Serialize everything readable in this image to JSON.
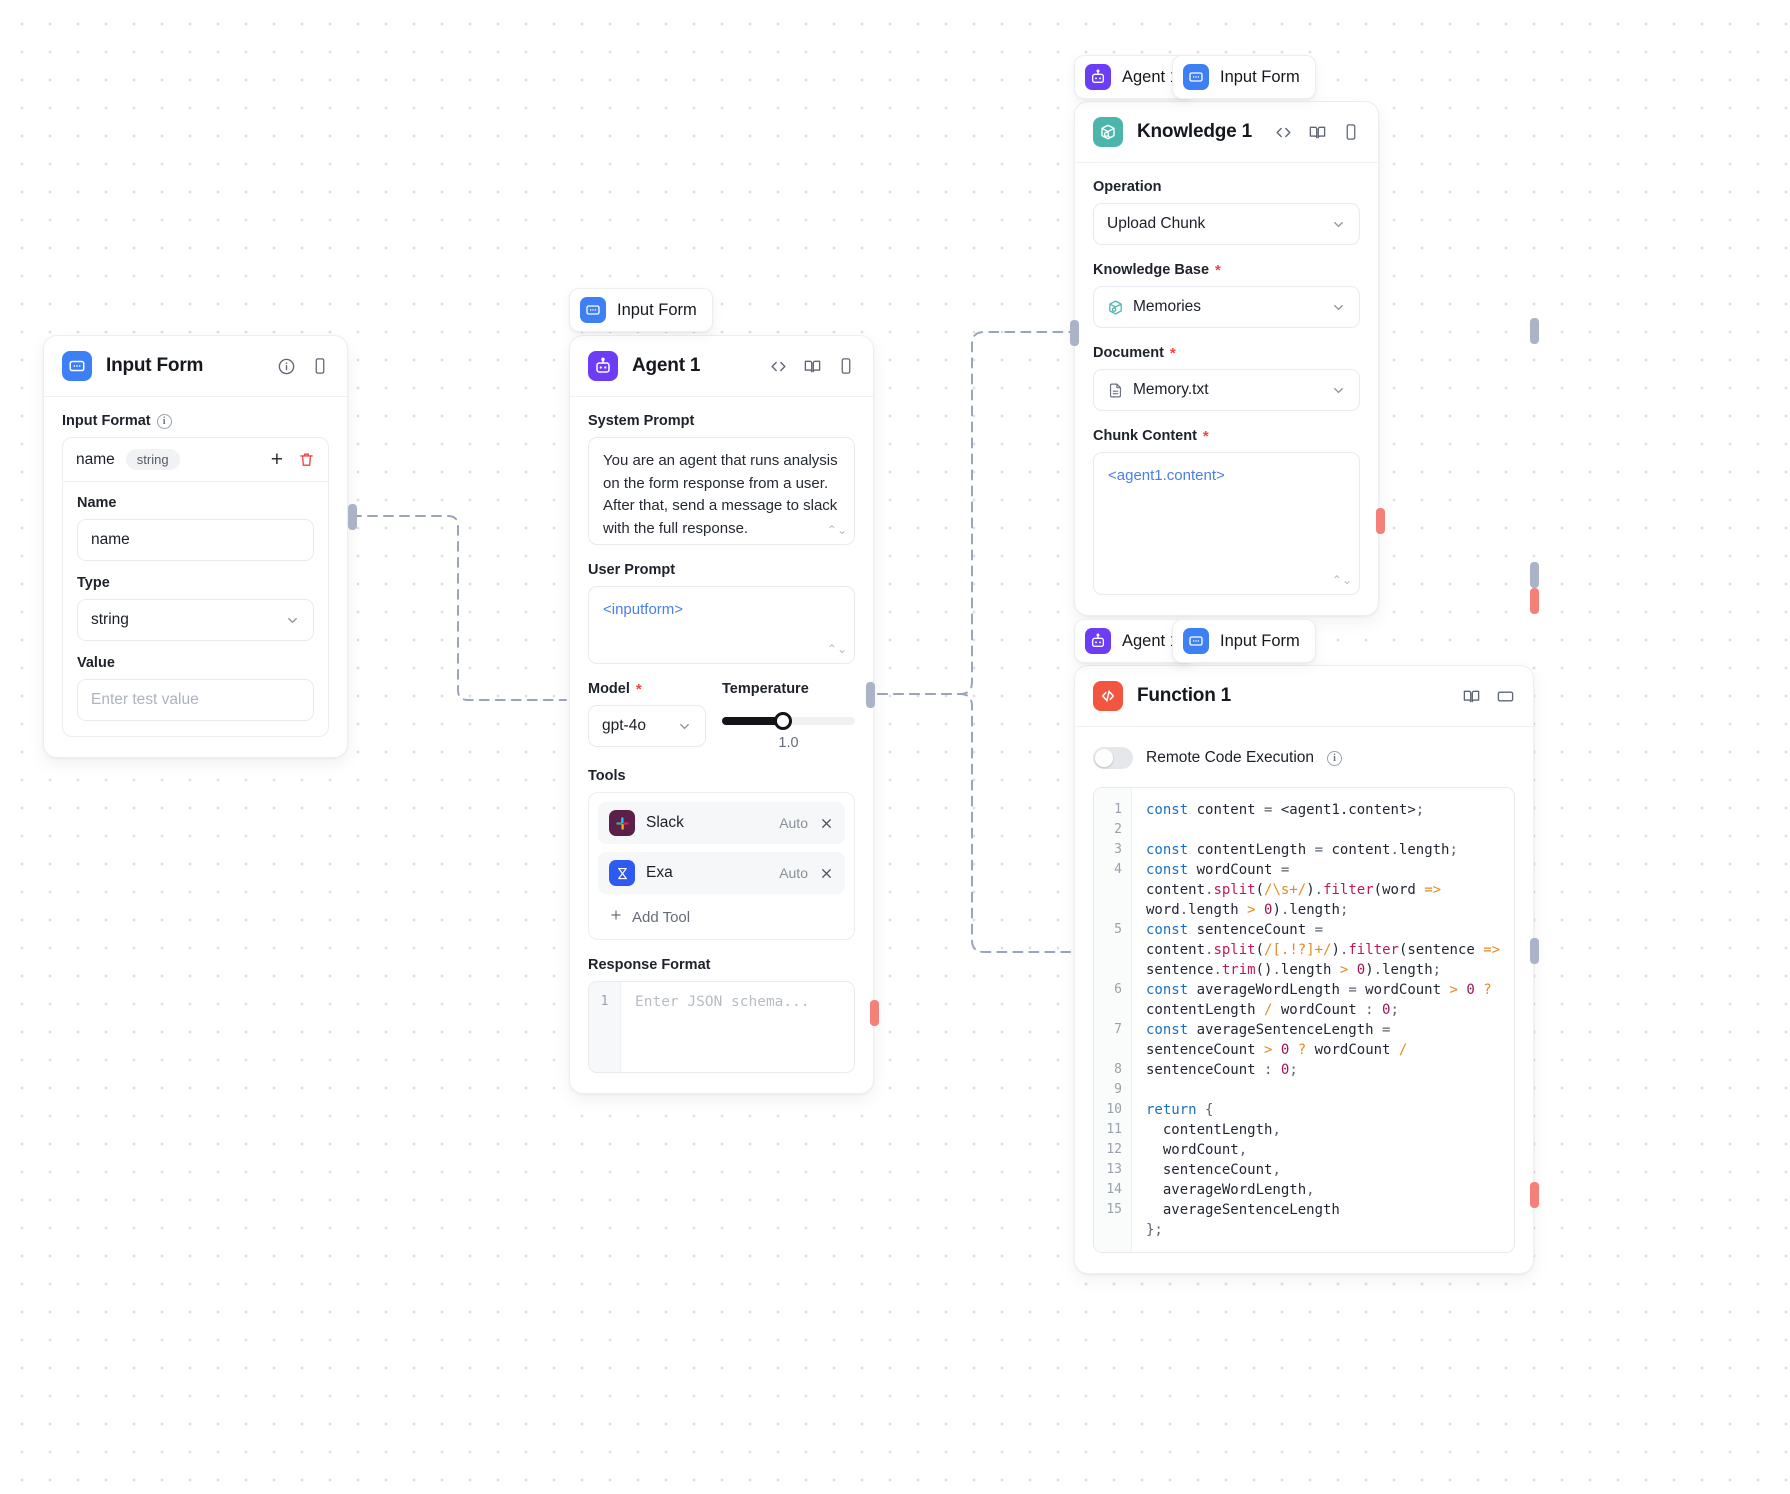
{
  "canvas": {
    "label": "workflow-canvas"
  },
  "badges": [
    {
      "id": "agent-top",
      "label": "Agent 1",
      "icon": "robot-icon"
    },
    {
      "id": "input-top",
      "label": "Input Form",
      "icon": "form-icon"
    },
    {
      "id": "agent-mid",
      "label": "Agent 1",
      "icon": "robot-icon"
    },
    {
      "id": "input-mid",
      "label": "Input Form",
      "icon": "form-icon"
    },
    {
      "id": "input-center",
      "label": "Input Form",
      "icon": "form-icon"
    }
  ],
  "input_form": {
    "title": "Input Form",
    "icon": "form-icon",
    "head_icons": [
      "info-icon",
      "phone-icon"
    ],
    "input_format_label": "Input Format",
    "row": {
      "name": "name",
      "type_pill": "string"
    },
    "name_label": "Name",
    "name_value": "name",
    "type_label": "Type",
    "type_value": "string",
    "value_label": "Value",
    "value_placeholder": "Enter test value"
  },
  "agent": {
    "title": "Agent 1",
    "icon": "robot-icon",
    "head_icons": [
      "code-brackets-icon",
      "book-icon",
      "phone-icon"
    ],
    "system_prompt_label": "System Prompt",
    "system_prompt": "You are an agent that runs analysis on the form response from a user. After that, send a message to slack with the full response.",
    "user_prompt_label": "User Prompt",
    "user_prompt": "<inputform>",
    "model_label": "Model",
    "model_value": "gpt-4o",
    "temperature_label": "Temperature",
    "temperature_value": "1.0",
    "tools_label": "Tools",
    "tools": [
      {
        "name": "Slack",
        "mode": "Auto",
        "icon": "slack-icon"
      },
      {
        "name": "Exa",
        "mode": "Auto",
        "icon": "exa-icon"
      }
    ],
    "add_tool_label": "Add Tool",
    "response_format_label": "Response Format",
    "response_format_placeholder": "Enter JSON schema...",
    "response_format_line_no": "1"
  },
  "knowledge": {
    "title": "Knowledge 1",
    "icon": "knowledge-box-icon",
    "head_icons": [
      "code-brackets-icon",
      "book-icon",
      "phone-icon"
    ],
    "operation_label": "Operation",
    "operation_value": "Upload Chunk",
    "kb_label": "Knowledge Base",
    "kb_value": "Memories",
    "document_label": "Document",
    "document_value": "Memory.txt",
    "chunk_label": "Chunk Content",
    "chunk_value": "<agent1.content>"
  },
  "function": {
    "title": "Function 1",
    "icon": "code-tag-icon",
    "head_icons": [
      "book-icon",
      "window-icon"
    ],
    "toggle_label": "Remote Code Execution",
    "toggle_on": false,
    "line_numbers": [
      "1",
      "2",
      "3",
      "4",
      "5",
      "6",
      "7",
      "8",
      "9",
      "10",
      "11",
      "12",
      "13",
      "14",
      "15"
    ],
    "code_lines": [
      "const content = <agent1.content>;",
      "",
      "const contentLength = content.length;",
      "const wordCount = content.split(/\\s+/).filter(word => word.length > 0).length;",
      "const sentenceCount = content.split(/[.!?]+/).filter(sentence => sentence.trim().length > 0).length;",
      "const averageWordLength = wordCount > 0 ? contentLength / wordCount : 0;",
      "const averageSentenceLength = sentenceCount > 0 ? wordCount / sentenceCount : 0;",
      "",
      "return {",
      "  contentLength,",
      "  wordCount,",
      "  sentenceCount,",
      "  averageWordLength,",
      "  averageSentenceLength",
      "};"
    ]
  },
  "colors": {
    "accent_blue": "#3d7ff5",
    "accent_purple": "#6d3df5",
    "accent_teal": "#4db6ac",
    "accent_red": "#f25640",
    "required": "#ef4444",
    "handle_blue": "#aab3c7",
    "handle_red": "#f5807a",
    "edge": "#9aa5bb"
  }
}
